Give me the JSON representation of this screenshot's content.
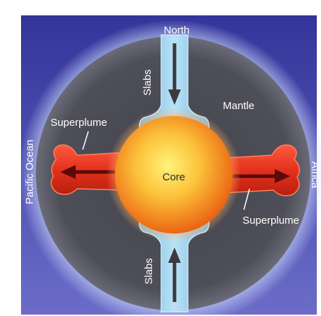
{
  "labels": {
    "north": "North",
    "slabs_top": "Slabs",
    "slabs_bottom": "Slabs",
    "mantle": "Mantle",
    "superplume_left": "Superplume",
    "superplume_right": "Superplume",
    "core": "Core",
    "pacific": "Pacific Ocean",
    "africa": "Africa"
  },
  "colors": {
    "background_top": "#3a3a9e",
    "background_bottom": "#6a6ac4",
    "mantle": "#4d4d58",
    "slab": "#9ed0ea",
    "plume": "#e63a28",
    "core_center": "#fff27a",
    "core_edge": "#ee6a10",
    "label_text": "#ffffff",
    "arrow": "#3a3a40"
  }
}
